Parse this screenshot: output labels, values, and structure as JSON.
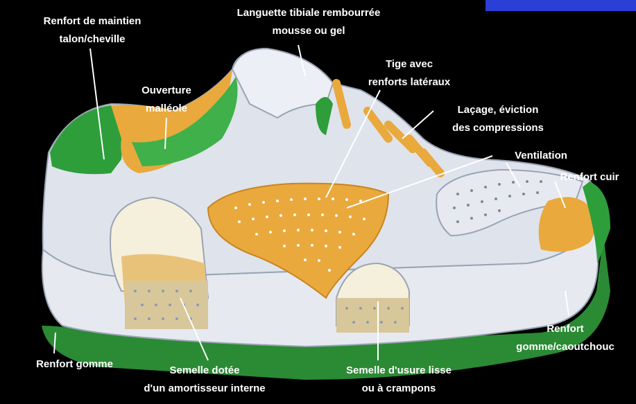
{
  "colors": {
    "background": "#000000",
    "upper": "#dfe3ec",
    "shadow": "#b8bfcc",
    "accent_green": "#2e9e3a",
    "accent_orange": "#e9a93c",
    "sole_green": "#2b8a34",
    "label_text": "#ffffff",
    "top_bar": "#2a3fd6"
  },
  "labels": {
    "heel_counter": {
      "line1": "Renfort de maintien",
      "line2": "talon/cheville"
    },
    "tongue": {
      "line1": "Languette tibiale rembourrée",
      "line2": "mousse ou gel"
    },
    "ankle_opening": {
      "line1": "Ouverture",
      "line2": "malléole"
    },
    "upper_sides": {
      "line1": "Tige avec",
      "line2": "renforts latéraux"
    },
    "lacing": {
      "line1": "Laçage, éviction",
      "line2": "des compressions"
    },
    "ventilation": {
      "line1": "Ventilation"
    },
    "toe_leather": {
      "line1": "Renfort cuir"
    },
    "rubber_front": {
      "line1": "Renfort",
      "line2": "gomme/caoutchouc"
    },
    "rubber_heel": {
      "line1": "Renfort gomme"
    },
    "midsole": {
      "line1": "Semelle dotée",
      "line2": "d'un amortisseur interne"
    },
    "outsole": {
      "line1": "Semelle d'usure lisse",
      "line2": "ou à crampons"
    }
  }
}
